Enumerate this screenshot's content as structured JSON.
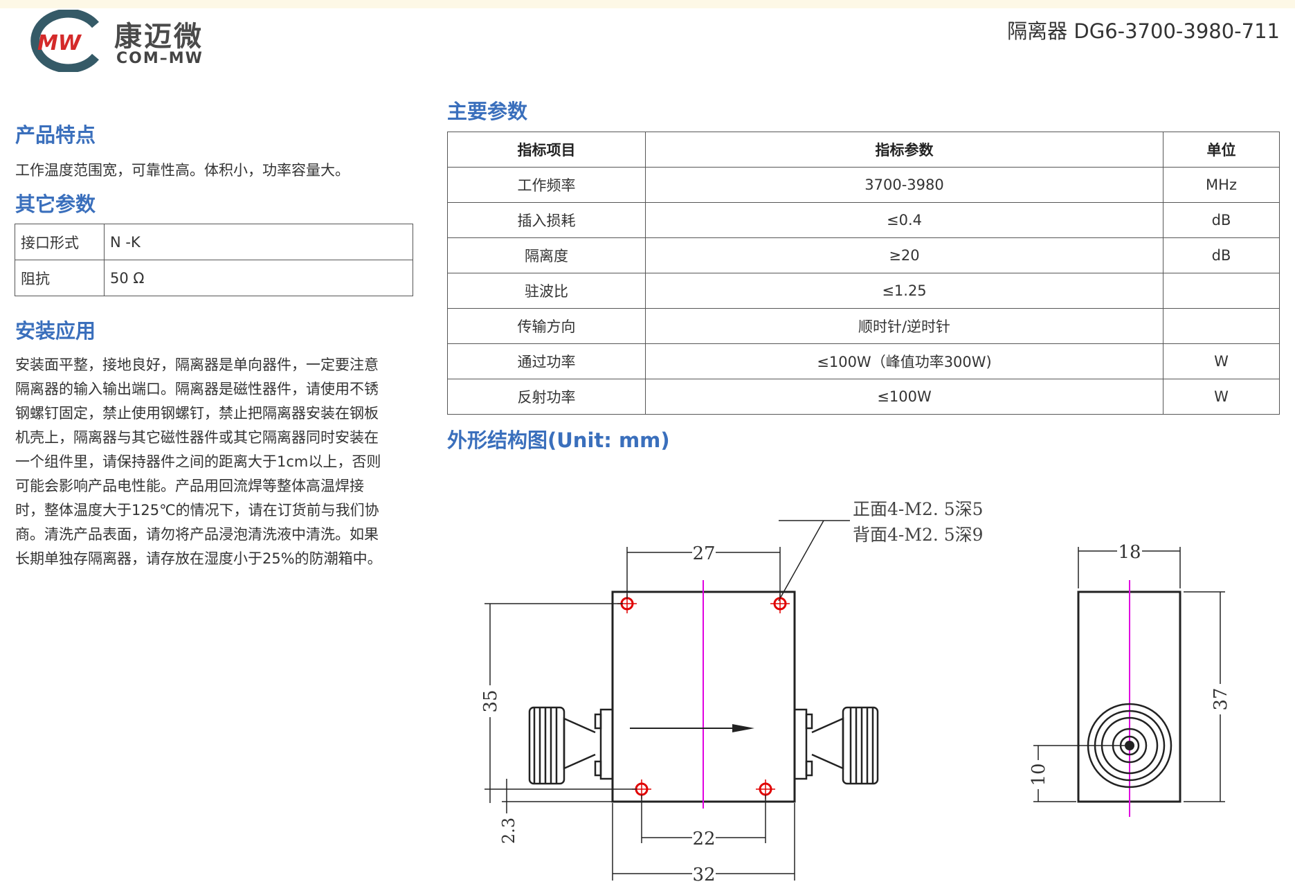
{
  "header": {
    "logo_cn": "康迈微",
    "logo_en": "COM–MW",
    "logo_mark": "MW",
    "doc_title": "隔离器 DG6-3700-3980-711"
  },
  "features": {
    "title": "产品特点",
    "text": "工作温度范围宽，可靠性高。体积小，功率容量大。"
  },
  "other_params": {
    "title": "其它参数",
    "rows": [
      {
        "key": "接口形式",
        "value": "N -K"
      },
      {
        "key": "阻抗",
        "value": "50 Ω"
      }
    ]
  },
  "install": {
    "title": "安装应用",
    "lines": [
      "安装面平整，接地良好，隔离器是单向器件，一定要注意",
      "隔离器的输入输出端口。隔离器是磁性器件，请使用不锈",
      "钢螺钉固定，禁止使用钢螺钉，禁止把隔离器安装在钢板",
      "机壳上，隔离器与其它磁性器件或其它隔离器同时安装在",
      "一个组件里，请保持器件之间的距离大于1cm以上，否则",
      "可能会影响产品电性能。产品用回流焊等整体高温焊接",
      "时，整体温度大于125℃的情况下，请在订货前与我们协",
      "商。清洗产品表面，请勿将产品浸泡清洗液中清洗。如果",
      "长期单独存隔离器，请存放在湿度小于25%的防潮箱中。"
    ]
  },
  "main_params": {
    "title": "主要参数",
    "headers": [
      "指标项目",
      "指标参数",
      "单位"
    ],
    "rows": [
      [
        "工作频率",
        "3700-3980",
        "MHz"
      ],
      [
        "插入损耗",
        "≤0.4",
        "dB"
      ],
      [
        "隔离度",
        "≥20",
        "dB"
      ],
      [
        "驻波比",
        "≤1.25",
        ""
      ],
      [
        "传输方向",
        "顺时针/逆时针",
        ""
      ],
      [
        "通过功率",
        "≤100W（峰值功率300W)",
        "W"
      ],
      [
        "反射功率",
        "≤100W",
        "W"
      ]
    ]
  },
  "outline": {
    "title": "外形结构图(Unit: mm)",
    "note_front": "正面4-M2. 5深5",
    "note_back": "背面4-M2. 5深9",
    "dims": {
      "top_hole_spacing": "27",
      "bottom_hole_spacing": "22",
      "overall_width": "32",
      "hole_height": "35",
      "bottom_offset": "2.3",
      "side_width": "18",
      "side_height": "37",
      "connector_height": "10"
    },
    "colors": {
      "hole": "#e00000",
      "centerline": "#e000e0",
      "line": "#222222"
    }
  }
}
